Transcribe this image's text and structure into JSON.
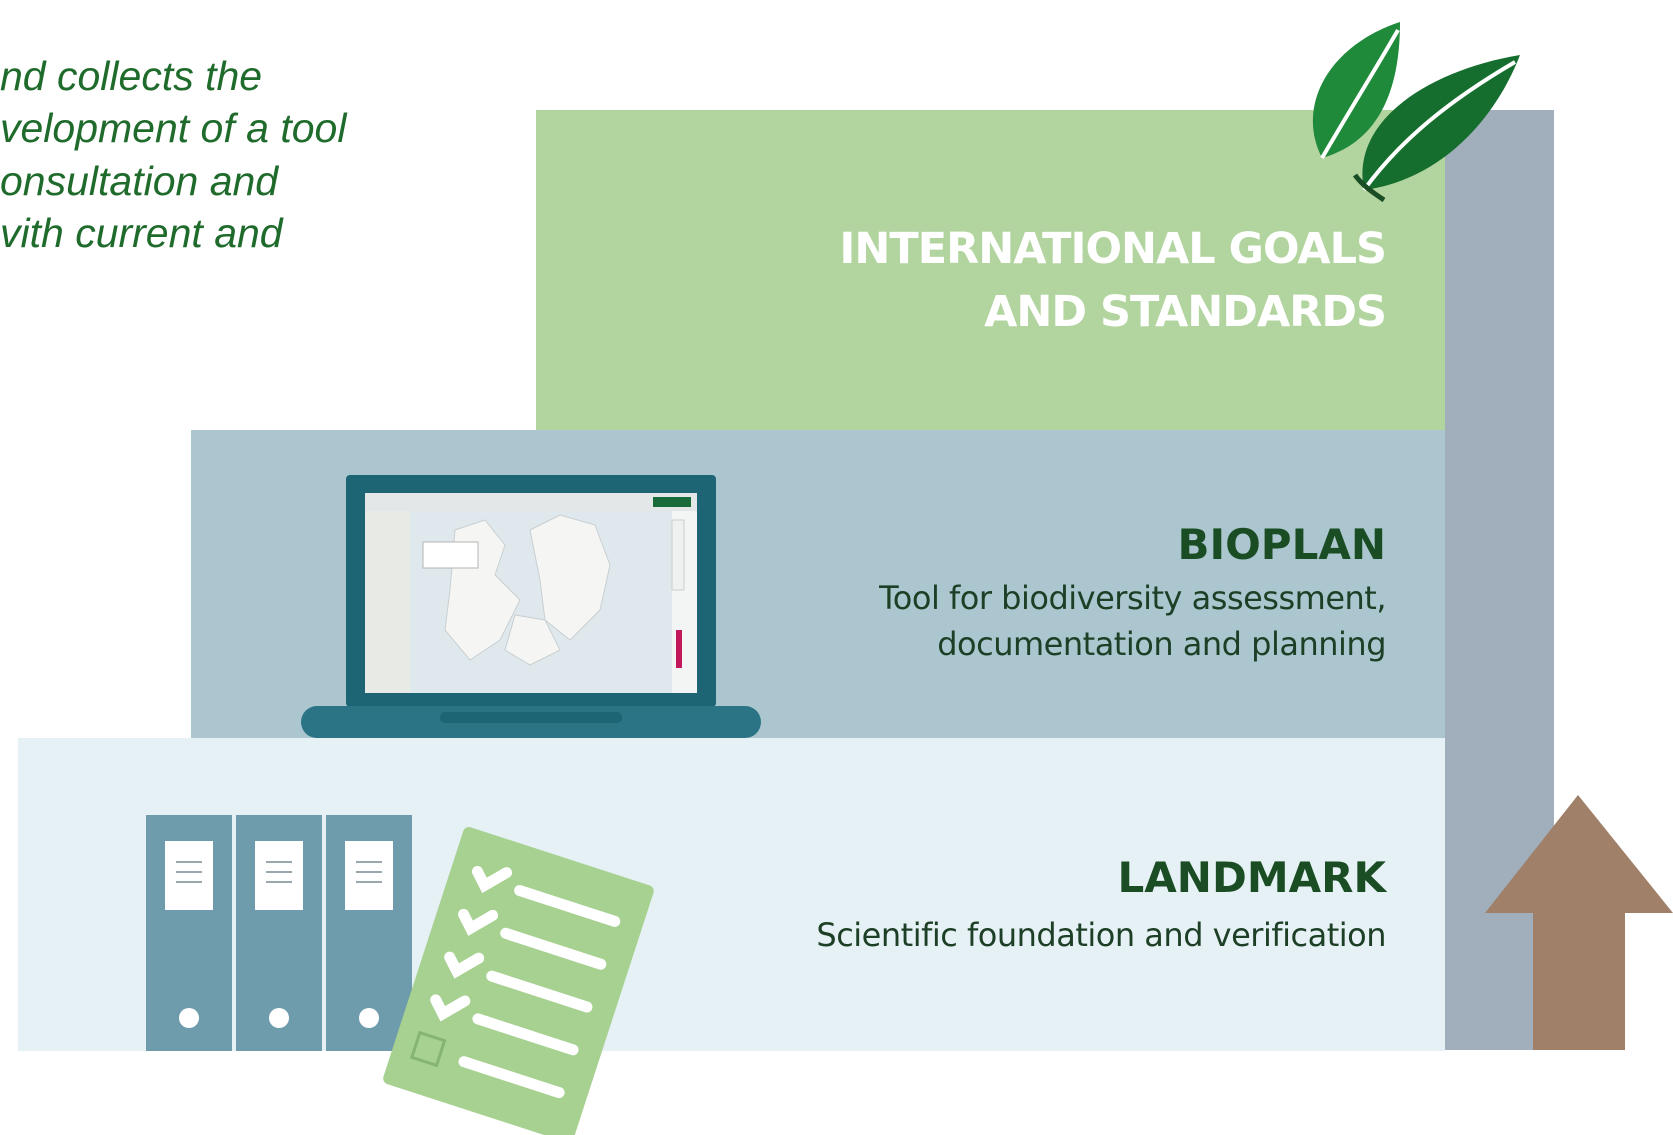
{
  "intro": {
    "lines": [
      "nd collects the",
      "velopment of a tool",
      "onsultation and",
      "vith current and"
    ]
  },
  "layers": {
    "goals": {
      "line1": "INTERNATIONAL GOALS",
      "line2": "AND STANDARDS"
    },
    "bioplan": {
      "title": "BIOPLAN",
      "desc_line1": "Tool for biodiversity assessment,",
      "desc_line2": "documentation and planning"
    },
    "landmark": {
      "title": "LANDMARK",
      "desc": "Scientific foundation and verification"
    }
  },
  "icons": [
    "leaf-icon",
    "laptop-icon",
    "binder-icon",
    "checklist-icon",
    "arrow-up-icon"
  ],
  "colors": {
    "goals_layer": "#b2d49f",
    "bioplan_layer": "#abc6cf",
    "landmark_layer": "#e6f1f6",
    "pillar": "#a1aebb",
    "arrow": "#a08068",
    "heading_text": "#1a4d23",
    "intro_text": "#1f6b2c"
  }
}
